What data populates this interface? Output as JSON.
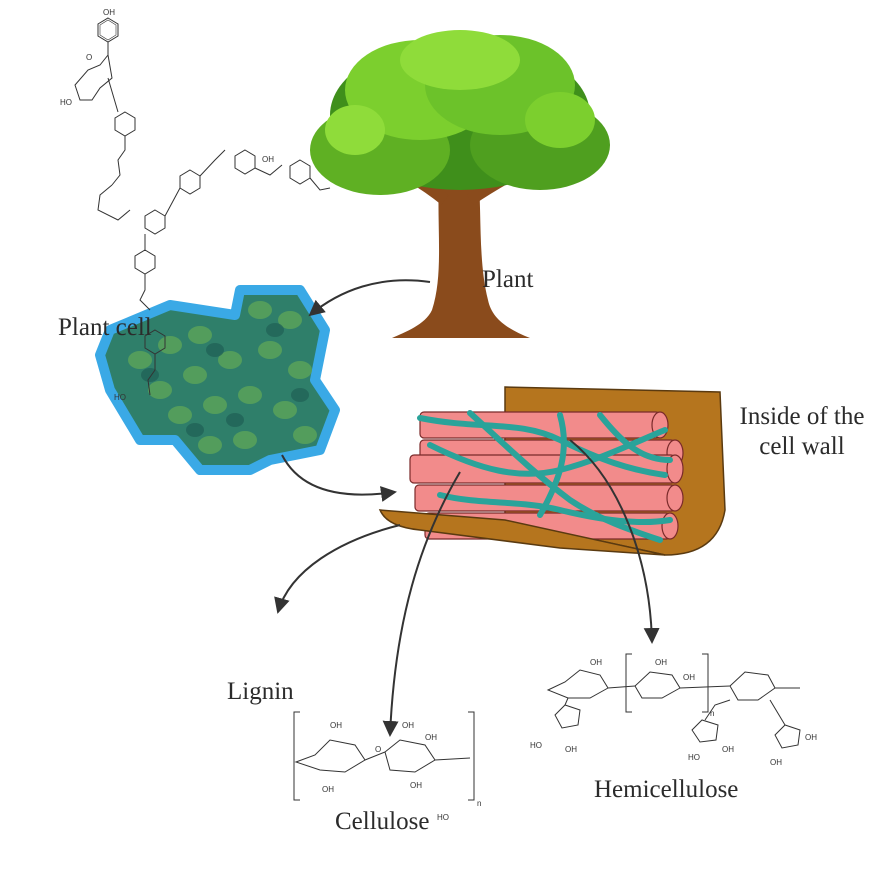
{
  "labels": {
    "plant": "Plant",
    "plant_cell": "Plant cell",
    "cell_wall_line1": "Inside of the",
    "cell_wall_line2": "cell wall",
    "lignin": "Lignin",
    "cellulose": "Cellulose",
    "hemicellulose": "Hemicellulose"
  },
  "chem_text": {
    "oh": "OH",
    "ho": "HO",
    "o": "O",
    "n": "n"
  },
  "colors": {
    "foliage_light": "#7ccf2e",
    "foliage_dark": "#3f8f1b",
    "trunk": "#8a4b1c",
    "cell_border": "#3aa9e6",
    "cell_fill": "#2f7f6a",
    "fiber": "#f28b8b",
    "matrix": "#2aa39a",
    "wall": "#b5751e",
    "arrow": "#333333"
  }
}
